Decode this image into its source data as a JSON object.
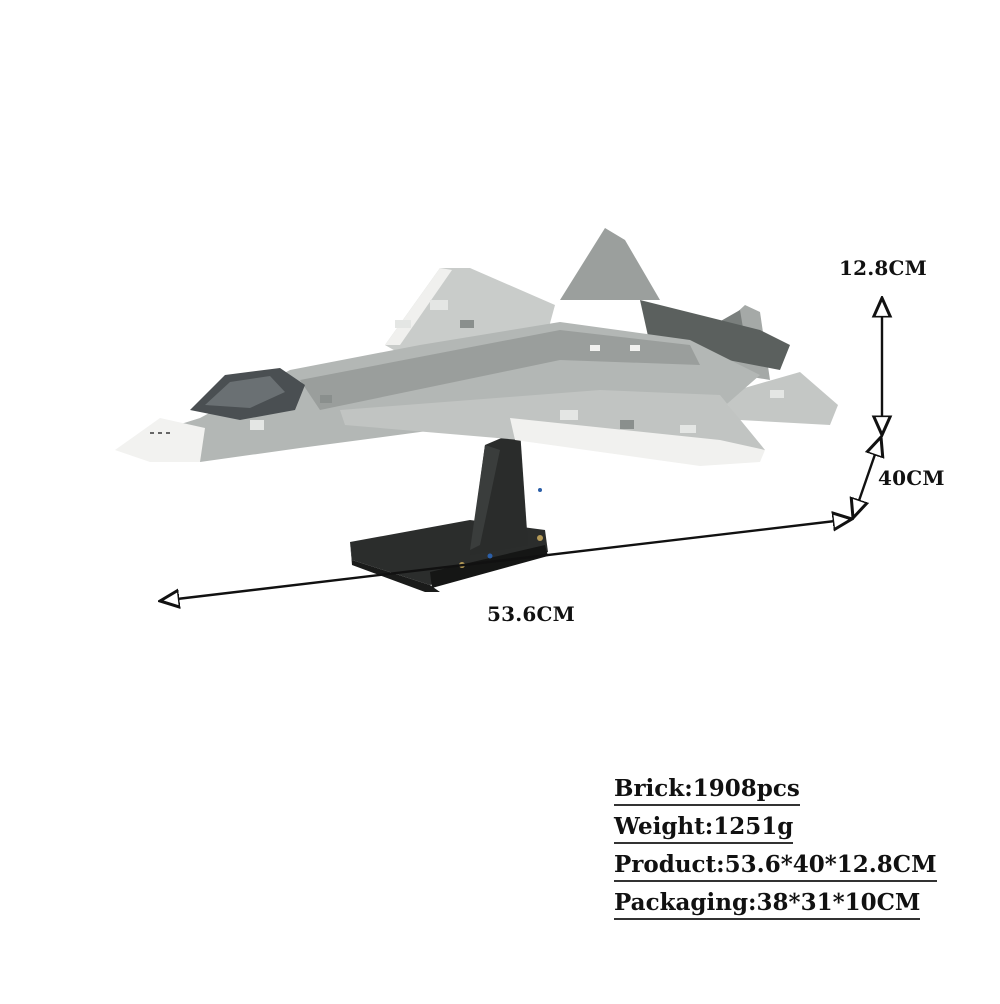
{
  "product": {
    "subject": "brick-built stealth fighter jet model on black display stand",
    "colors": {
      "background": "#ffffff",
      "camo_light": "#d9dcda",
      "camo_mid": "#a7aba9",
      "camo_dark": "#7e8482",
      "trim_white": "#f2f2f0",
      "canopy": "#4a4f52",
      "stand": "#1f2120",
      "text": "#111111"
    }
  },
  "dimensions": {
    "height": "12.8CM",
    "depth": "40CM",
    "length": "53.6CM"
  },
  "specs": [
    {
      "label": "Brick:1908pcs"
    },
    {
      "label": "Weight:1251g"
    },
    {
      "label": "Product:53.6*40*12.8CM"
    },
    {
      "label": "Packaging:38*31*10CM"
    }
  ]
}
